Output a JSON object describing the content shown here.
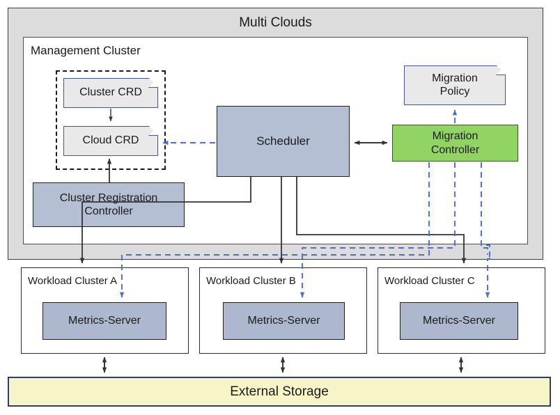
{
  "diagram": {
    "title": "Multi Clouds",
    "management_cluster": {
      "label": "Management Cluster",
      "crd_group": {
        "cluster_crd": "Cluster CRD",
        "cloud_crd": "Cloud CRD"
      },
      "cluster_registration_controller": "Cluster Registration\nController",
      "cluster_registration_controller_line1": "Cluster Registration",
      "cluster_registration_controller_line2": "Controller",
      "scheduler": "Scheduler",
      "migration_policy_line1": "Migration",
      "migration_policy_line2": "Policy",
      "migration_controller_line1": "Migration",
      "migration_controller_line2": "Controller"
    },
    "workload_clusters": [
      {
        "label": "Workload Cluster A",
        "component": "Metrics-Server"
      },
      {
        "label": "Workload Cluster B",
        "component": "Metrics-Server"
      },
      {
        "label": "Workload Cluster C",
        "component": "Metrics-Server"
      }
    ],
    "external_storage": "External Storage",
    "colors": {
      "cloud_background": "#dcdcdc",
      "node_blue": "#b4bfd4",
      "metrics_blue": "#adb8ce",
      "controller_green": "#92d464",
      "note_gray": "#e9e9e9",
      "note_border": "#44578c",
      "storage_yellow": "#f7f5c8",
      "storage_border": "#2e3f66",
      "solid_arrow": "#333333",
      "dashed_arrow": "#4a6fd0"
    }
  }
}
